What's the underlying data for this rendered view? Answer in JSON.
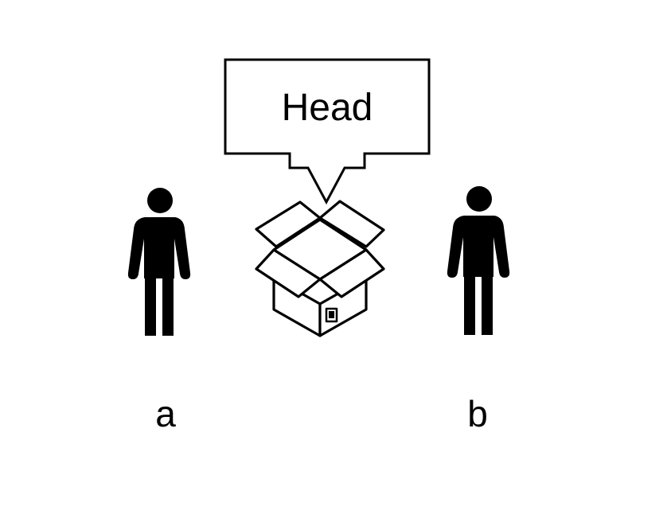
{
  "callout": {
    "text": "Head"
  },
  "people": [
    {
      "label": "a",
      "icon": "person-icon"
    },
    {
      "label": "b",
      "icon": "person-icon"
    }
  ],
  "box": {
    "icon": "open-box-icon"
  },
  "colors": {
    "ink": "#000000",
    "background": "#ffffff"
  }
}
